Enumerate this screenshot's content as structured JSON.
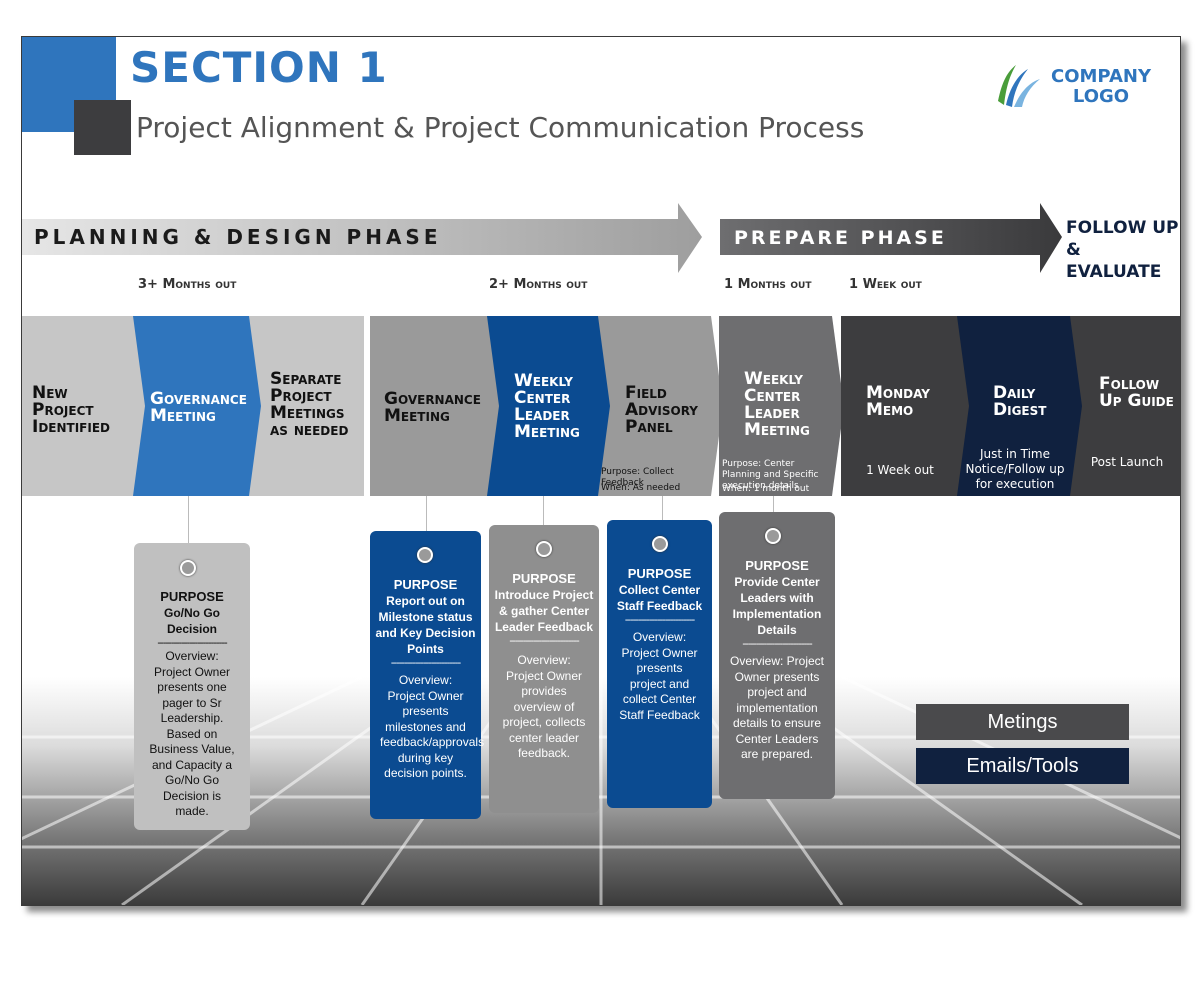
{
  "header": {
    "section": "SECTION 1",
    "title": "Project Alignment & Project Communication Process",
    "logo_line1": "COMPANY",
    "logo_line2": "LOGO"
  },
  "phases": {
    "planning": "PLANNING & DESIGN PHASE",
    "prepare": "PREPARE PHASE",
    "follow_line1": "FOLLOW UP",
    "follow_line2": "& EVALUATE"
  },
  "timings": [
    "3+ Months out",
    "2+ Months out",
    "1 Months out",
    "1 Week out"
  ],
  "steps": [
    {
      "title": "New Project Identified"
    },
    {
      "title": "Governance Meeting"
    },
    {
      "title": "Separate Project Meetings as needed"
    },
    {
      "title": "Governance Meeting"
    },
    {
      "title": "Weekly Center Leader Meeting"
    },
    {
      "title": "Field Advisory Panel",
      "note1": "Purpose: Collect Feedback",
      "note2": "When: As needed"
    },
    {
      "title": "Weekly Center Leader Meeting",
      "note1": "Purpose: Center Planning and Specific execution details",
      "note2": "When: 1 month out"
    },
    {
      "title": "Monday Memo",
      "note": "1 Week out"
    },
    {
      "title": "Daily Digest",
      "note": "Just in Time Notice/Follow up for execution"
    },
    {
      "title": "Follow Up Guide",
      "note": "Post Launch"
    }
  ],
  "cards": [
    {
      "head": "PURPOSE",
      "sub": "Go/No Go Decision",
      "sep": "--------------------------",
      "body": "Overview: Project Owner presents one pager to Sr Leadership. Based on Business Value, and Capacity a Go/No Go Decision is made."
    },
    {
      "head": "PURPOSE",
      "sub": "Report out on Milestone status and Key Decision Points",
      "sep": "--------------------------",
      "body": "Overview: Project Owner presents milestones and feedback/approvals during key decision points."
    },
    {
      "head": "PURPOSE",
      "sub": "Introduce Project & gather Center Leader Feedback",
      "sep": "--------------------------",
      "body": "Overview: Project Owner provides overview of project, collects center leader feedback."
    },
    {
      "head": "PURPOSE",
      "sub": "Collect Center Staff Feedback",
      "sep": "--------------------------",
      "body": "Overview: Project Owner presents project and collect Center Staff Feedback"
    },
    {
      "head": "PURPOSE",
      "sub": "Provide Center Leaders with Implementation Details",
      "sep": "--------------------------",
      "body": "Overview: Project Owner presents project and implementation details to ensure Center Leaders are prepared."
    }
  ],
  "legend": {
    "meetings": "Metings",
    "emails": "Emails/Tools"
  },
  "colors": {
    "brand_blue": "#2f75bd",
    "navy": "#0b4b91",
    "dark_navy": "#10213f",
    "dark_gray": "#3d3d3f"
  }
}
